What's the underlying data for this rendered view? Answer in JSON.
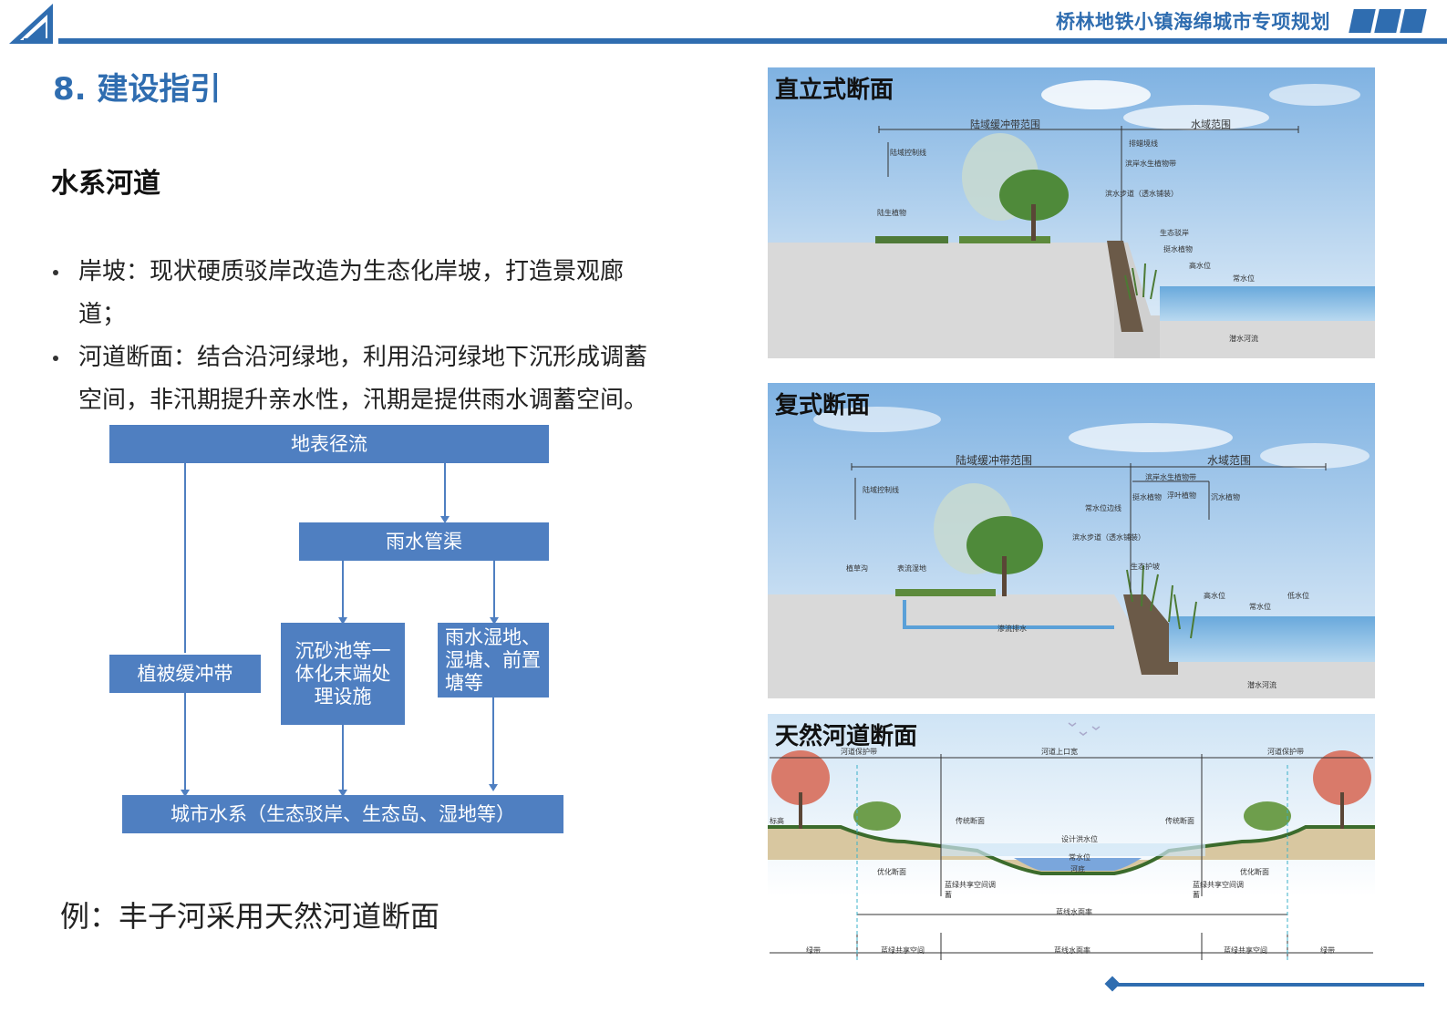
{
  "header": {
    "title": "桥林地铁小镇海绵城市专项规划",
    "logo_icon": "triangle-logo-icon",
    "accent_color": "#2f6db0"
  },
  "page": {
    "heading": "8. 建设指引",
    "section_title": "水系河道",
    "bullets": [
      {
        "line1": "岸坡：现状硬质驳岸改造为生态化岸坡，打造景观廊",
        "line2": "道；"
      },
      {
        "line1": "河道断面：结合沿河绿地，利用沿河绿地下沉形成调蓄",
        "line2": "空间，非汛期提升亲水性，汛期是提供雨水调蓄空间。"
      }
    ],
    "example_note": "例：丰子河采用天然河道断面"
  },
  "flowchart": {
    "box_color": "#4f7fc1",
    "surface_runoff": "地表径流",
    "rain_pipe": "雨水管渠",
    "vegetation_buffer": "植被缓冲带",
    "sediment_tank": "沉砂池等一体化末端处理设施",
    "wetland": "雨水湿地、湿塘、前置塘等",
    "city_water": "城市水系（生态驳岸、生态岛、湿地等）"
  },
  "sections": {
    "vertical": {
      "title": "直立式断面",
      "labels": {
        "land_buffer": "陆域缓冲带范围",
        "water_range": "水域范围",
        "land_control": "陆域控制线",
        "bank_line": "排蜡境线",
        "bank_veg": "滨岸水生植物带",
        "land_plants": "陆生植物",
        "hydro_path": "滨水步道（透水铺装）",
        "high_water": "高水位",
        "normal_water": "常水位",
        "eco_plants": "生态驳岸",
        "water_plants": "挺水植物",
        "submerged": "潜水河流"
      }
    },
    "compound": {
      "title": "复式断面",
      "labels": {
        "land_buffer": "陆域缓冲带范围",
        "water_range": "水域范围",
        "land_control": "陆域控制线",
        "bank_veg": "滨岸水生植物带",
        "floating": "浮叶植物",
        "emergent": "挺水植物",
        "submerged_p": "沉水植物",
        "normal_line": "常水位边线",
        "hydro_path": "滨水步道（透水铺装）",
        "eco_bank": "生态护坡",
        "grass_ditch": "植草沟",
        "wetland": "表流湿地",
        "seepage": "渗流排水",
        "high_water": "高水位",
        "normal_water": "常水位",
        "low_water": "低水位",
        "submerged": "潜水河流"
      }
    },
    "natural": {
      "title": "天然河道断面",
      "labels": {
        "protect_left": "河道保护带",
        "top_width": "河道上口宽",
        "protect_right": "河道保护带",
        "traditional_l": "传统断面",
        "traditional_r": "传统断面",
        "design_water": "设计洪水位",
        "normal_water": "常水位",
        "river_bed": "河底",
        "optimized_l": "优化断面",
        "optimized_r": "优化断面",
        "shared_l": "蓝绿共享空间调蓄",
        "shared_r": "蓝绿共享空间调蓄",
        "blue_green": "蓝线水面率",
        "elev": "标高",
        "green_belt_l": "绿带",
        "shared_space_l": "蓝绿共享空间",
        "water_surface": "蓝线水面率",
        "shared_space_r": "蓝绿共享空间",
        "green_belt_r": "绿带"
      }
    }
  }
}
